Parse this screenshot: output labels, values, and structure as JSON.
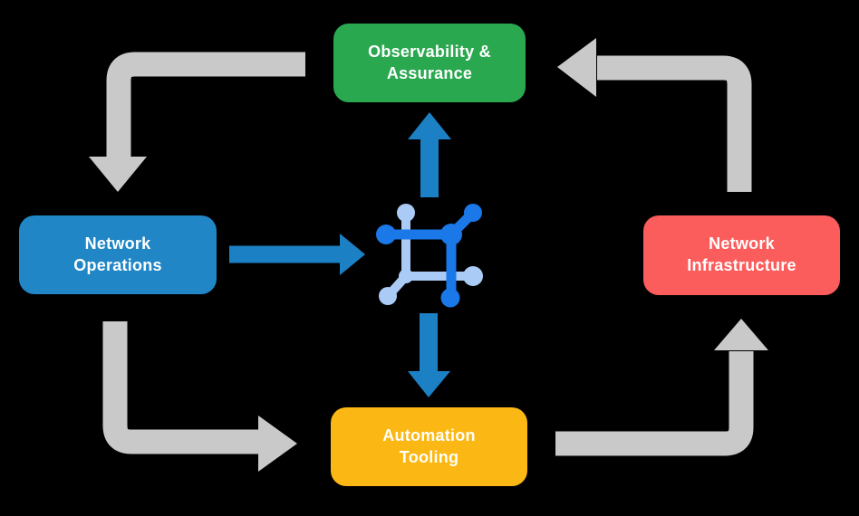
{
  "diagram": {
    "background": "#000000",
    "boxes": {
      "observability": {
        "line1": "Observability &",
        "line2": "Assurance",
        "color": "#2AA84F"
      },
      "operations": {
        "line1": "Network",
        "line2": "Operations",
        "color": "#2186C6"
      },
      "infrastructure": {
        "line1": "Network",
        "line2": "Infrastructure",
        "color": "#FB5D5D"
      },
      "automation": {
        "line1": "Automation",
        "line2": "Tooling",
        "color": "#FBB713"
      }
    },
    "icons": {
      "center": "network-mesh-icon"
    },
    "colors": {
      "cycle_arrow": "#C9C9C9",
      "flow_arrow": "#1C80C5",
      "icon_primary": "#1A78E8",
      "icon_secondary": "#A9CBF5",
      "label_text": "#FFFFFF"
    }
  }
}
